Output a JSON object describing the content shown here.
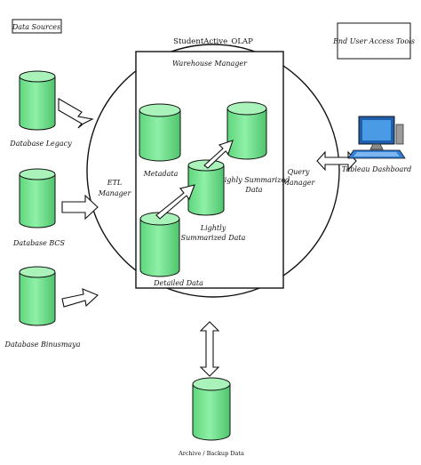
{
  "colors": {
    "cylinder_fill": "#7fe89a",
    "cylinder_top": "#a9f3bb",
    "stroke": "#111111",
    "monitor_blue": "#2f7fd6"
  },
  "boxes": {
    "data_sources": "Data Sources",
    "end_user_tools": "End User Access Tools"
  },
  "title": "StudentActive_OLAP",
  "warehouse_manager": "Warehouse Manager",
  "etl_manager": [
    "ETL",
    "Manager"
  ],
  "query_manager": [
    "Query",
    "Manager"
  ],
  "sources": {
    "legacy": "Database Legacy",
    "bcs": "Database BCS",
    "binusmaya": "Database Binusmaya"
  },
  "stores": {
    "metadata": "Metadata",
    "detailed": "Detailed Data",
    "lightly": [
      "Lightly",
      "Summarized Data"
    ],
    "highly": [
      "Highly Summarized",
      "Data"
    ]
  },
  "archive": "Archive / Backup Data",
  "tool": {
    "icon": "computer-monitor-icon",
    "label": "Tableau Dashboard"
  }
}
